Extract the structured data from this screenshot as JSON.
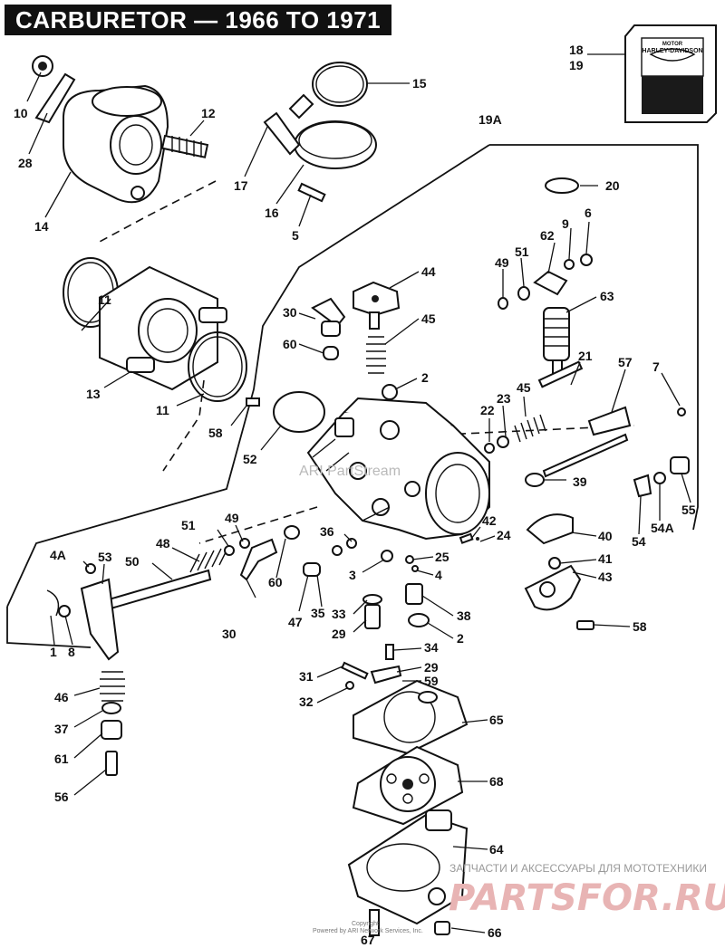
{
  "title": "CARBURETOR — 1966 TO 1971",
  "brand_box": {
    "top": "HARLEY-DAVIDSON",
    "sub": "MOTOR"
  },
  "watermarks": {
    "center": "ARI PartStream",
    "ru_line": "ЗАПЧАСТИ И АКСЕССУАРЫ ДЛЯ МОТОТЕХНИКИ",
    "ru_brand": "PARTSFOR.RU",
    "copyright_a": "Copyright",
    "copyright_b": "Powered by ARI Network Services, Inc."
  },
  "callouts": {
    "c1": "1",
    "c2a": "2",
    "c2b": "2",
    "c3": "3",
    "c4": "4",
    "c4a": "4A",
    "c5": "5",
    "c6": "6",
    "c7": "7",
    "c8": "8",
    "c9": "9",
    "c10": "10",
    "c11a": "11",
    "c11b": "11",
    "c12": "12",
    "c13": "13",
    "c14": "14",
    "c15": "15",
    "c16": "16",
    "c17": "17",
    "c18": "18",
    "c19": "19",
    "c19a": "19A",
    "c20": "20",
    "c21": "21",
    "c22": "22",
    "c23": "23",
    "c24": "24",
    "c25": "25",
    "c28": "28",
    "c29a": "29",
    "c29b": "29",
    "c30a": "30",
    "c30b": "30",
    "c31": "31",
    "c32": "32",
    "c33": "33",
    "c34": "34",
    "c35": "35",
    "c36": "36",
    "c37": "37",
    "c38": "38",
    "c39": "39",
    "c40": "40",
    "c41": "41",
    "c42": "42",
    "c43": "43",
    "c44": "44",
    "c45a": "45",
    "c45b": "45",
    "c46": "46",
    "c47": "47",
    "c48": "48",
    "c49a": "49",
    "c49b": "49",
    "c50": "50",
    "c51a": "51",
    "c51b": "51",
    "c52": "52",
    "c53": "53",
    "c54": "54",
    "c54a": "54A",
    "c55": "55",
    "c56": "56",
    "c57": "57",
    "c58a": "58",
    "c58b": "58",
    "c59": "59",
    "c60a": "60",
    "c60b": "60",
    "c61": "61",
    "c62": "62",
    "c63": "63",
    "c64": "64",
    "c65": "65",
    "c66": "66",
    "c67": "67",
    "c68": "68"
  }
}
